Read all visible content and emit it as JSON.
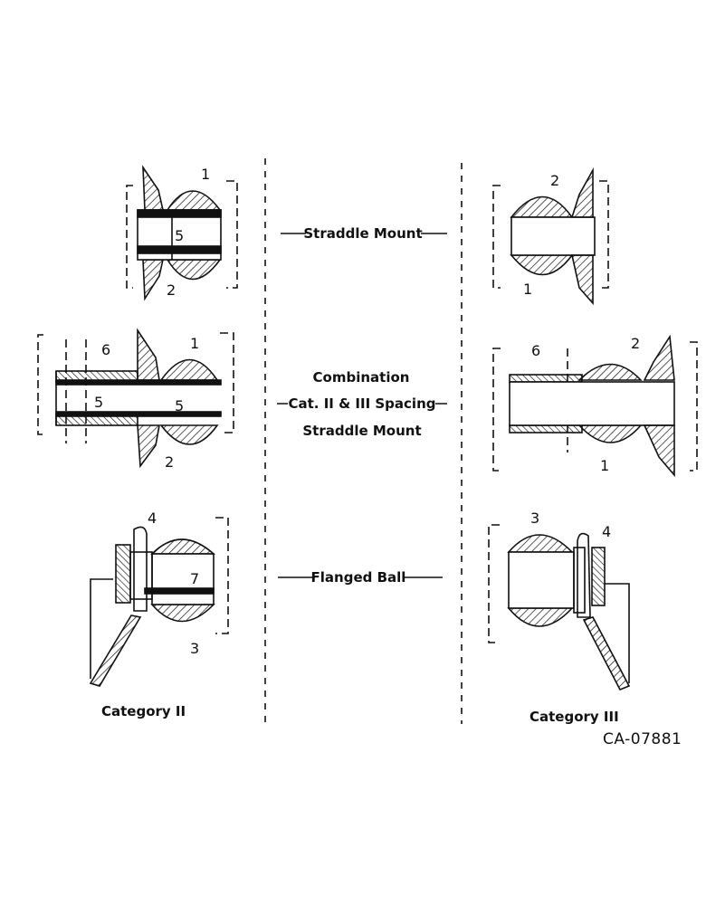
{
  "labels": {
    "straddle_mount": "Straddle Mount",
    "combination_line1": "Combination",
    "combination_line2": "Cat. II & III Spacing",
    "combination_line3": "Straddle Mount",
    "flanged_ball": "Flanged Ball",
    "category_2": "Category II",
    "category_3": "Category III",
    "figure_code": "CA-07881"
  },
  "callouts": {
    "c1": "1",
    "c2": "2",
    "c3": "3",
    "c4": "4",
    "c5": "5",
    "c6": "6",
    "c7": "7"
  }
}
